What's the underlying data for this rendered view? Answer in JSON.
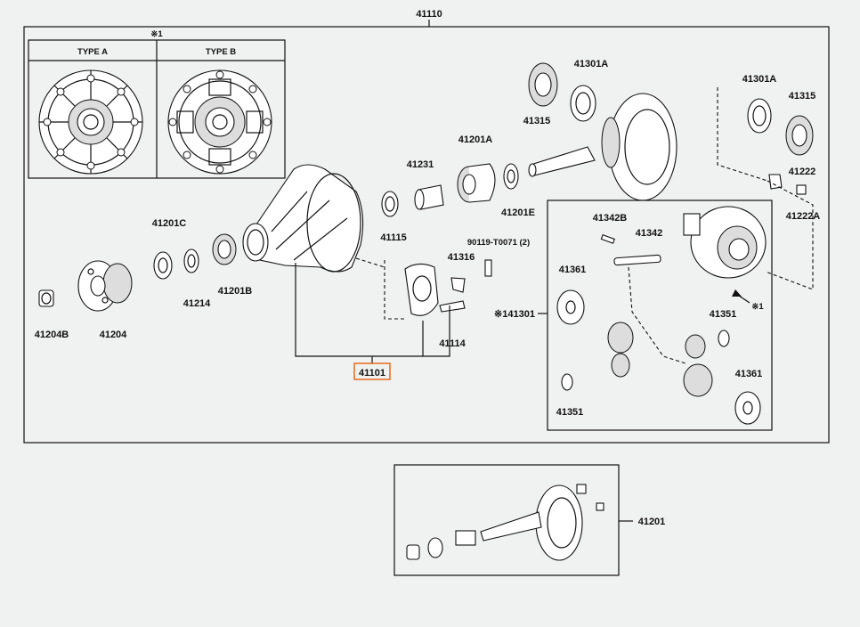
{
  "labels": {
    "main": "41110",
    "type_note": "※1",
    "type_a": "TYPE A",
    "type_b": "TYPE B",
    "p41204b": "41204B",
    "p41204": "41204",
    "p41201c": "41201C",
    "p41214": "41214",
    "p41201b": "41201B",
    "p41115": "41115",
    "p41231": "41231",
    "p41201a": "41201A",
    "p41201e": "41201E",
    "p41301a_top": "41301A",
    "p41315_top": "41315",
    "p41301a_r": "41301A",
    "p41315_r": "41315",
    "p41222": "41222",
    "p41222a": "41222A",
    "p90119": "90119-T0071 (2)",
    "p41316": "41316",
    "p41114": "41114",
    "p41101": "41101",
    "p41342b": "41342B",
    "p41342": "41342",
    "p41361_l": "41361",
    "p41301": "※141301",
    "p41351_r": "41351",
    "p41351_l": "41351",
    "p41361_r": "41361",
    "note1": "※1",
    "p41201": "41201"
  },
  "highlight": {
    "target": "41101",
    "color": "#e8742a"
  }
}
